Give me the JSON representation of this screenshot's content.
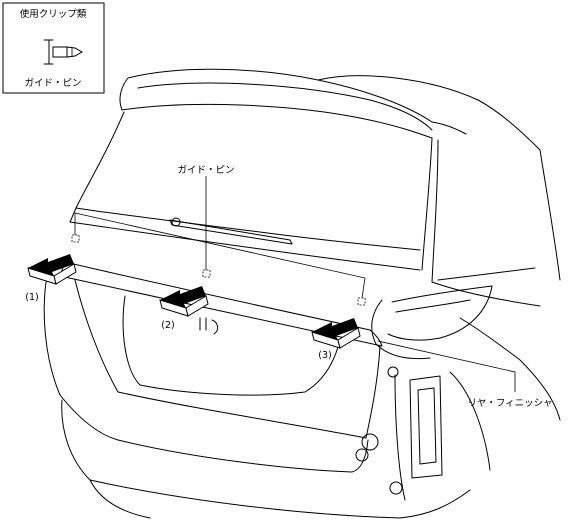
{
  "legend": {
    "title": "使用クリップ類",
    "item_label": "ガイド・ピン"
  },
  "callouts": {
    "guide_pin": "ガイド・ピン",
    "rear_finisher": "リヤ・フィニッシャ"
  },
  "arrows": [
    {
      "label": "(1)"
    },
    {
      "label": "(2)"
    },
    {
      "label": "(3)"
    }
  ]
}
